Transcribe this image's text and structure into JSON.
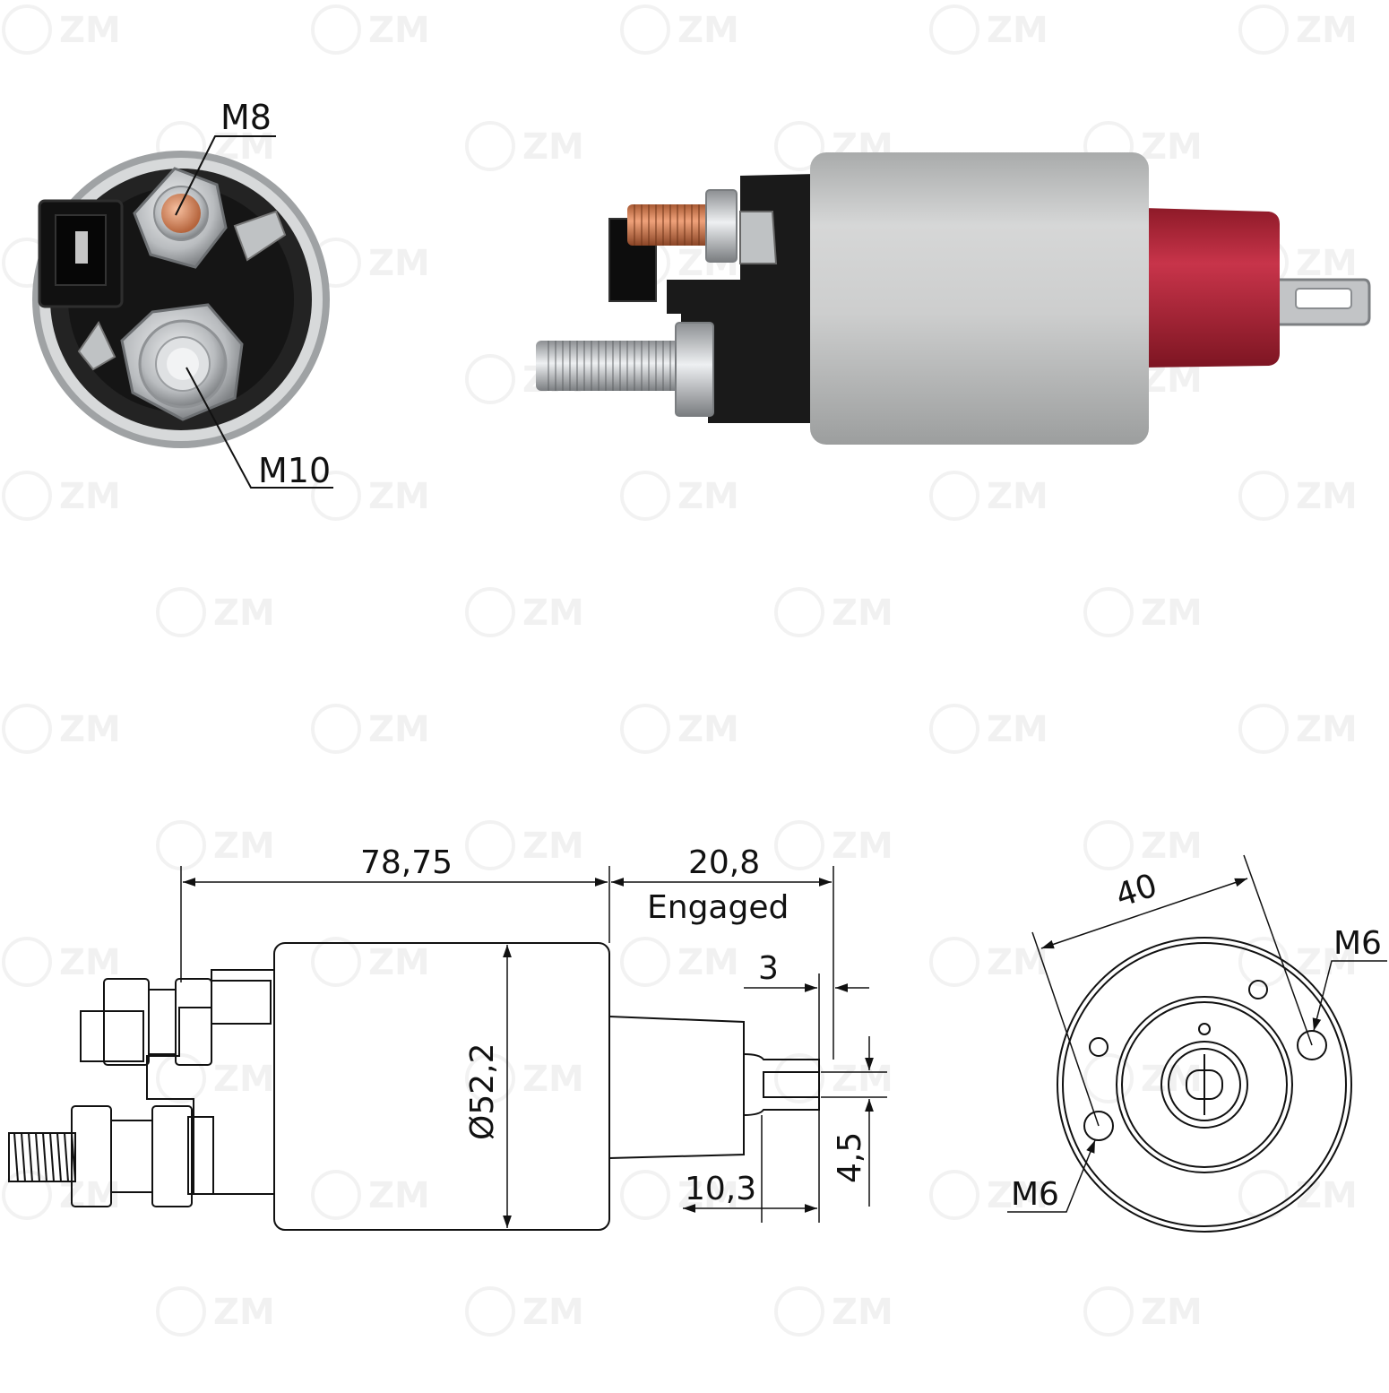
{
  "watermark": {
    "brand": "ZM"
  },
  "photos": {
    "end_view": {
      "label_small_terminal": "M8",
      "label_large_terminal": "M10"
    },
    "side_view": {
      "body_color": "#cfd0d0",
      "cap_color": "#b4283a",
      "plastic_color": "#1b1b1b"
    }
  },
  "drawing": {
    "length_total": "78,75",
    "plunger_travel": "20,8",
    "plunger_state": "Engaged",
    "diameter": "Ø52,2",
    "slot_width": "3",
    "slot_depth": "10,3",
    "slot_height": "4,5",
    "hole_spacing": "40",
    "mount_thread_top": "M6",
    "mount_thread_bottom": "M6"
  }
}
